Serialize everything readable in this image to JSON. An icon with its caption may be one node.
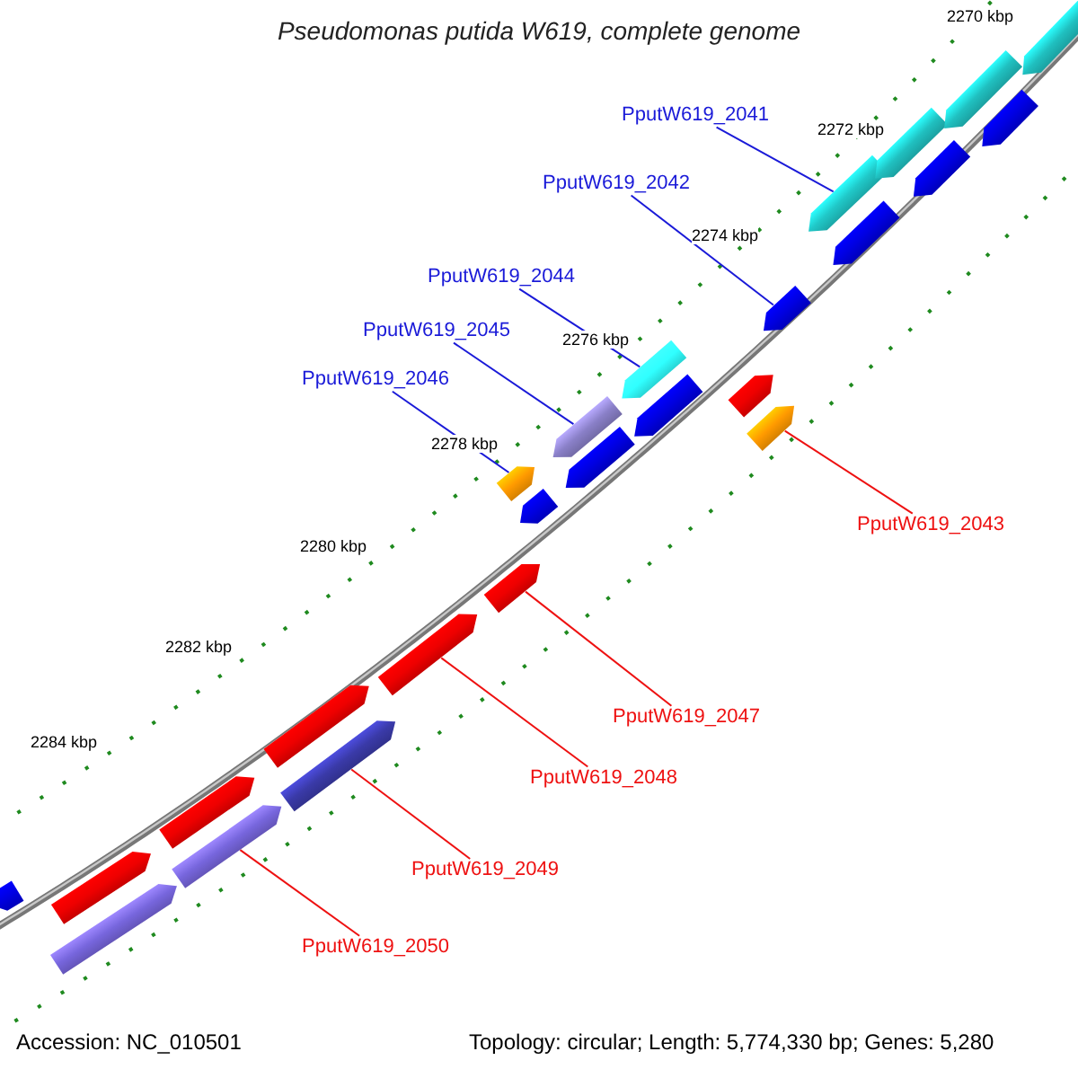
{
  "diagram": {
    "title": "Pseudomonas putida W619, complete genome",
    "nodes": [
      {
        "text": [
          "PputW619_2041"
        ]
      },
      {
        "text": [
          "PputW619_2042"
        ]
      },
      {
        "text": [
          "PputW619_2044"
        ]
      },
      {
        "text": [
          "PputW619_2045"
        ]
      },
      {
        "text": [
          "PputW619_2046"
        ]
      },
      {
        "text": [
          "PputW619_2043"
        ]
      },
      {
        "text": [
          "PputW619_2047"
        ]
      },
      {
        "text": [
          "PputW619_2048"
        ]
      },
      {
        "text": [
          "PputW619_2049"
        ]
      },
      {
        "text": [
          "PputW619_2050"
        ]
      },
      {
        "text": [],
        "shape": "bar"
      },
      {
        "text": [],
        "shape": "bar"
      },
      {
        "text": [],
        "shape": "bar"
      },
      {
        "text": [],
        "shape": "bar"
      },
      {
        "text": [],
        "shape": "bar"
      },
      {
        "text": [],
        "shape": "bar"
      },
      {
        "text": [],
        "shape": "bar"
      },
      {
        "text": [],
        "shape": "bar"
      },
      {
        "text": [],
        "shape": "bar"
      },
      {
        "text": [],
        "shape": "bar"
      },
      {
        "text": [],
        "shape": "bar"
      },
      {
        "text": [],
        "shape": "bar"
      },
      {
        "text": [],
        "shape": "bar"
      },
      {
        "text": [],
        "shape": "bar"
      },
      {
        "text": [],
        "shape": "bar"
      },
      {
        "text": [],
        "shape": "bar"
      },
      {
        "text": [],
        "shape": "bar"
      },
      {
        "text": [],
        "shape": "bar"
      },
      {
        "text": [],
        "shape": "bar"
      },
      {
        "text": [],
        "shape": "bar"
      },
      {
        "text": [],
        "shape": "bar"
      },
      {
        "text": [],
        "shape": "bar"
      },
      {
        "text": [],
        "shape": "bar"
      },
      {
        "text": [],
        "shape": "bar"
      },
      {
        "text": [],
        "shape": "bar"
      }
    ],
    "edges": [
      {
        "from": 0,
        "to": 28,
        "arrow": "none",
        "color": "#1a1ad8"
      },
      {
        "from": 1,
        "to": 27,
        "arrow": "none",
        "color": "#1a1ad8"
      },
      {
        "from": 2,
        "to": 23,
        "arrow": "none",
        "color": "#1a1ad8"
      },
      {
        "from": 3,
        "to": 21,
        "arrow": "none",
        "color": "#1a1ad8"
      },
      {
        "from": 4,
        "to": 19,
        "arrow": "none",
        "color": "#1a1ad8"
      },
      {
        "from": 5,
        "to": 26,
        "arrow": "none",
        "color": "#ee1111"
      },
      {
        "from": 6,
        "to": 18,
        "arrow": "none",
        "color": "#ee1111"
      },
      {
        "from": 7,
        "to": 17,
        "arrow": "none",
        "color": "#ee1111"
      },
      {
        "from": 8,
        "to": 16,
        "arrow": "none",
        "color": "#ee1111"
      },
      {
        "from": 9,
        "to": 14,
        "arrow": "none",
        "color": "#ee1111"
      }
    ],
    "labels": [
      "2270 kbp",
      "2272 kbp",
      "2274 kbp",
      "2276 kbp",
      "2278 kbp",
      "2280 kbp",
      "2282 kbp",
      "2284 kbp",
      "Accession: NC_010501",
      "Topology: circular; Length: 5,774,330 bp; Genes: 5,280"
    ]
  }
}
